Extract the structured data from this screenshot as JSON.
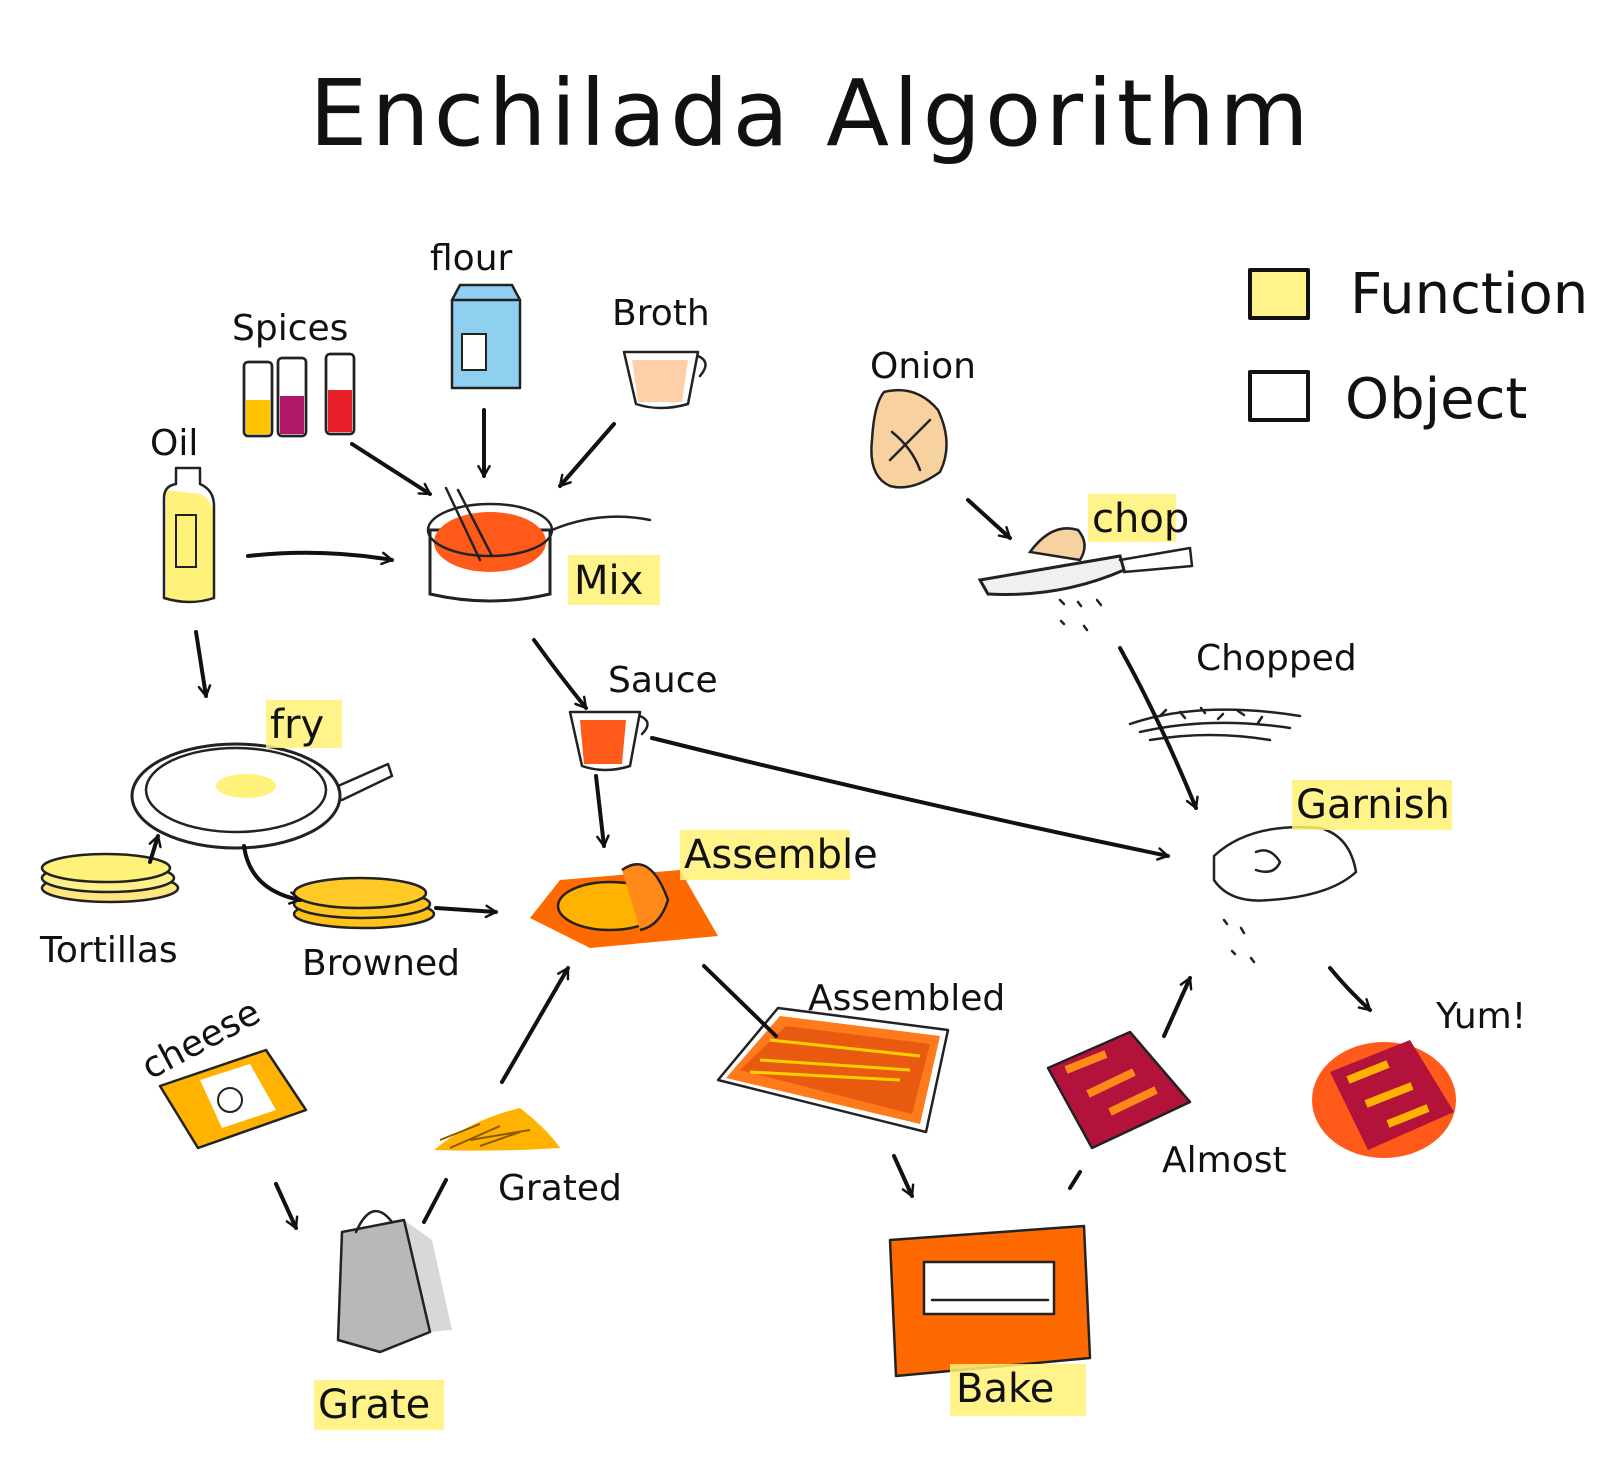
{
  "title": "Enchilada Algorithm",
  "colors": {
    "function_highlight": "#fff176",
    "ink": "#111111",
    "orange": "#ff6a00",
    "cheese": "#ffb300",
    "sauce": "#ff5a1a",
    "oil": "#fff27a",
    "flour": "#8fd0f0",
    "broth": "#ffd0a8",
    "onion": "#f8d1a0",
    "enchilada_red": "#b3133a"
  },
  "legend": {
    "function_label": "Function",
    "object_label": "Object"
  },
  "objects": {
    "spices": "Spices",
    "flour": "flour",
    "broth": "Broth",
    "oil": "Oil",
    "onion": "Onion",
    "sauce": "Sauce",
    "chopped": "Chopped",
    "tortillas": "Tortillas",
    "browned": "Browned",
    "cheese": "cheese",
    "grated": "Grated",
    "assembled": "Assembled",
    "almost": "Almost",
    "yum": "Yum!"
  },
  "functions": {
    "mix": "Mix",
    "chop": "chop",
    "fry": "fry",
    "assemble": "Assemble",
    "garnish": "Garnish",
    "grate": "Grate",
    "bake": "Bake"
  }
}
